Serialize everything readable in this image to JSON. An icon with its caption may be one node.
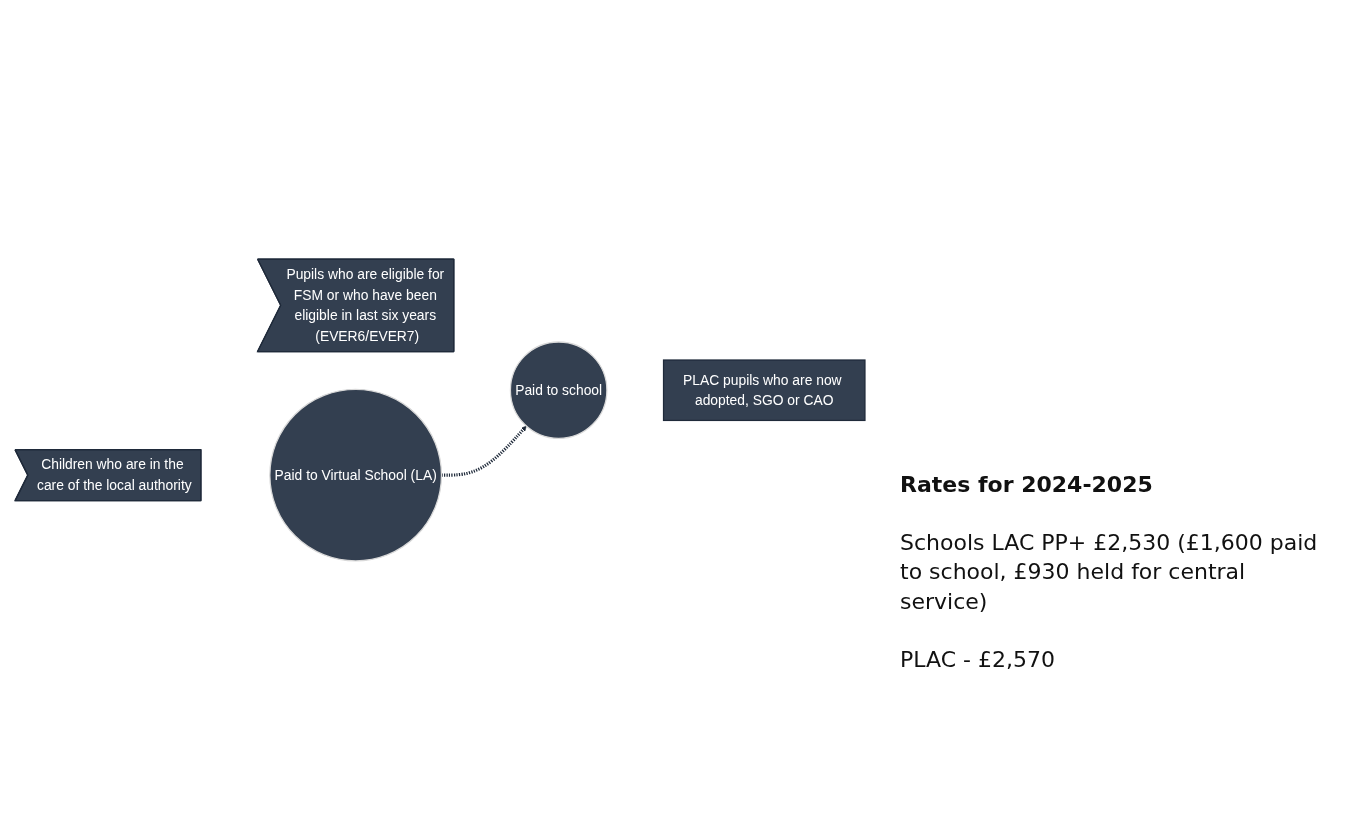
{
  "diagram": {
    "nodes": [
      {
        "text": [
          "Pupils who are eligible for FSM or who have been eligible in last six years (EVER6/EVER7)"
        ]
      },
      {
        "text": [
          "Paid to school"
        ]
      },
      {
        "text": [
          "PLAC pupils who are now adopted, SGO or CAO"
        ]
      },
      {
        "text": [
          "Children who are in the care of the local authority"
        ]
      },
      {
        "text": [
          "Paid to Virtual School (LA)"
        ]
      }
    ],
    "edges": [
      {
        "from": 4,
        "to": 1,
        "arrow": "to",
        "style": "dashed"
      }
    ],
    "labels": [
      "Rates for 2024-2025",
      "Schools LAC PP+ £2,530 (£1,600 paid to school, £930 held for central service)",
      "PLAC - £2,570"
    ]
  }
}
